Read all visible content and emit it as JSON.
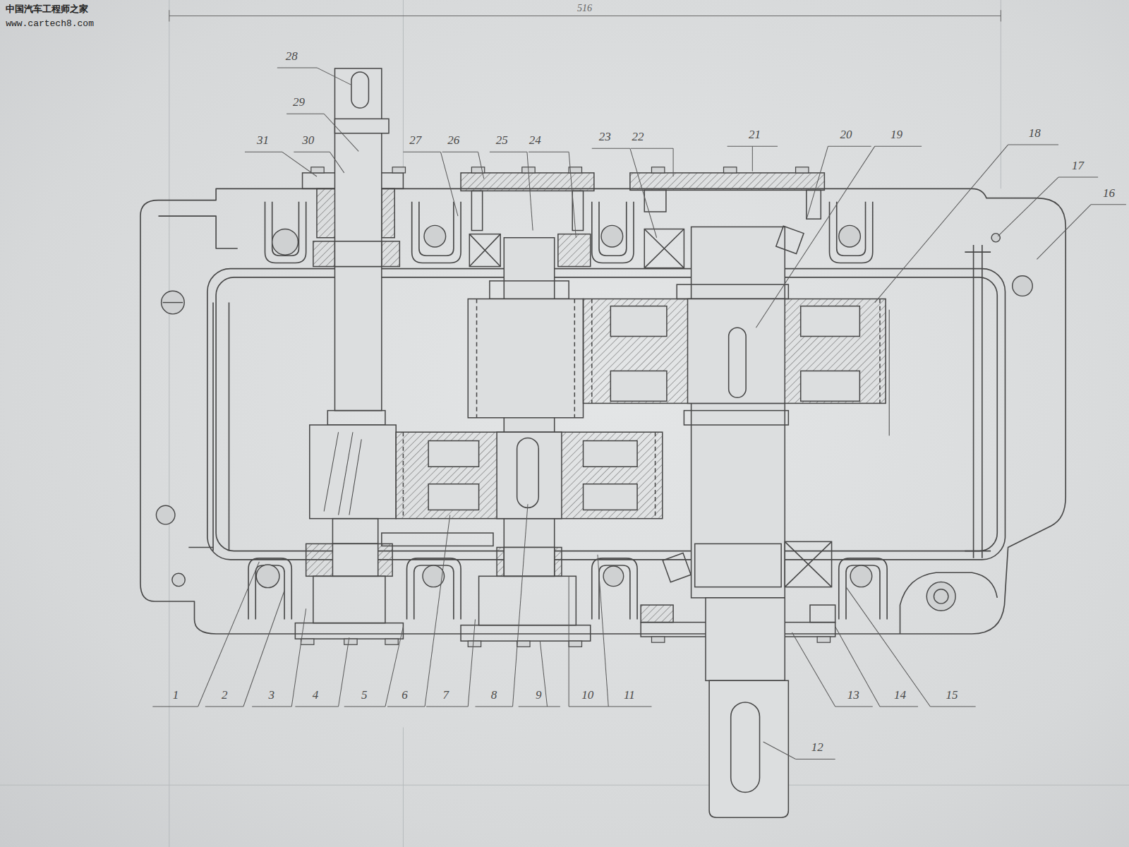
{
  "diagram": {
    "labels": [
      "中国汽车工程师之家",
      "www.cartech8.com",
      "516",
      "28",
      "29",
      "31",
      "30",
      "27",
      "26",
      "25",
      "24",
      "23",
      "22",
      "21",
      "20",
      "19",
      "18",
      "17",
      "16",
      "1",
      "2",
      "3",
      "4",
      "5",
      "6",
      "7",
      "8",
      "9",
      "10",
      "11",
      "13",
      "14",
      "15",
      "12"
    ]
  }
}
